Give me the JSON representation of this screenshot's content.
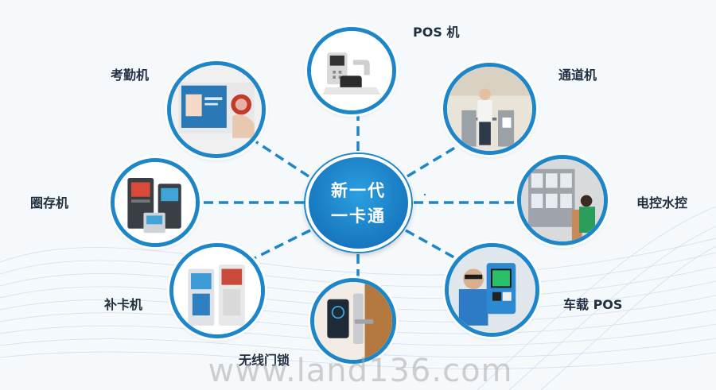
{
  "hub": {
    "line1": "新一代",
    "line2": "一卡通"
  },
  "nodes": {
    "pos": {
      "label": "POS 机",
      "icon": "pos-terminal-icon"
    },
    "attendance": {
      "label": "考勤机",
      "icon": "attendance-machine-icon"
    },
    "gate": {
      "label": "通道机",
      "icon": "turnstile-gate-icon"
    },
    "deposit": {
      "label": "圈存机",
      "icon": "self-service-kiosk-icon"
    },
    "utility": {
      "label": "电控水控",
      "icon": "electric-water-meter-icon"
    },
    "card_issue": {
      "label": "补卡机",
      "icon": "card-reissue-kiosk-icon"
    },
    "vehicle_pos": {
      "label": "车载 POS",
      "icon": "bus-card-reader-icon"
    },
    "lock": {
      "label": "无线门锁",
      "icon": "smart-door-lock-icon"
    }
  },
  "watermark": "www.land136.com",
  "colors": {
    "accent": "#1d86c8",
    "hub": "#1878c0",
    "text": "#1f2f3f"
  }
}
